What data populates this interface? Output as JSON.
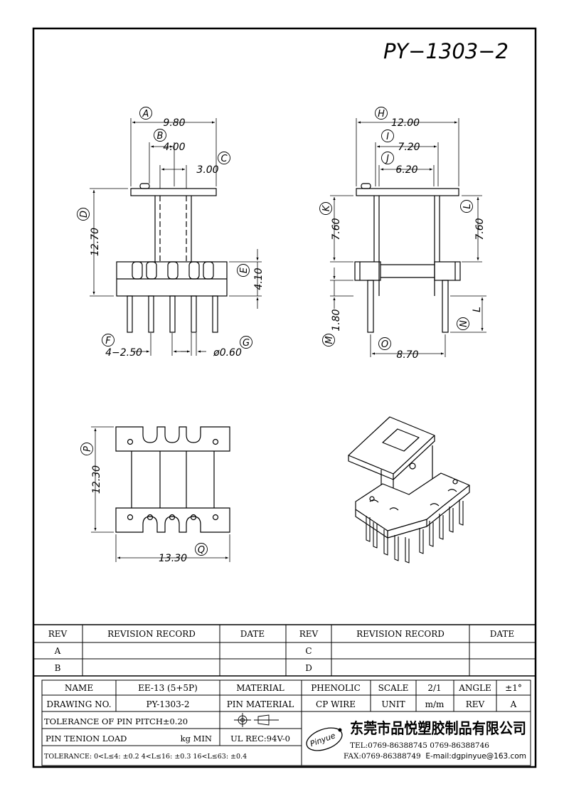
{
  "drawing_title": "PY−1303−2",
  "front_view": {
    "callouts": [
      "A",
      "B",
      "C",
      "D",
      "E",
      "F",
      "G"
    ],
    "dims": {
      "A": "9.80",
      "B": "4.00",
      "C": "3.00",
      "D": "12.70",
      "E": "4.10",
      "F": "4−2.50",
      "G": "ø0.60"
    }
  },
  "side_view": {
    "callouts": [
      "H",
      "I",
      "J",
      "K",
      "L",
      "M",
      "N",
      "O"
    ],
    "dims": {
      "H": "12.00",
      "I": "7.20",
      "J": "6.20",
      "K": "7.60",
      "L": "7.60",
      "M": "1.80",
      "N": "L",
      "O": "8.70"
    }
  },
  "top_view": {
    "callouts": [
      "P",
      "Q"
    ],
    "dims": {
      "P": "12.30",
      "Q": "13.30"
    }
  },
  "revision_table": {
    "headers": [
      "REV",
      "REVISION RECORD",
      "DATE",
      "REV",
      "REVISION RECORD",
      "DATE"
    ],
    "rows": [
      [
        "A",
        "",
        "",
        "C",
        "",
        ""
      ],
      [
        "B",
        "",
        "",
        "D",
        "",
        ""
      ]
    ]
  },
  "title_block": {
    "name_label": "NAME",
    "name_value": "EE-13 (5+5P)",
    "material_label": "MATERIAL",
    "material_value": "PHENOLIC",
    "scale_label": "SCALE",
    "scale_value": "2/1",
    "angle_label": "ANGLE",
    "angle_value": "±1°",
    "drawing_no_label": "DRAWING NO.",
    "drawing_no_value": "PY-1303-2",
    "pin_material_label": "PIN MATERIAL",
    "pin_material_value": "CP WIRE",
    "unit_label": "UNIT",
    "unit_value": "m/m",
    "rev_label": "REV",
    "rev_value": "A",
    "tol_pitch": "TOLERANCE OF PIN PITCH±0.20",
    "pin_load": "PIN TENION LOAD",
    "pin_load_unit": "kg MIN",
    "ul_rec": "UL REC:94V-0",
    "tolerance": "TOLERANCE: 0<L≤4: ±0.2   4<L≤16: ±0.3   16<L≤63: ±0.4",
    "logo_text": "Pinyue",
    "company": "东莞市品悦塑胶制品有限公司",
    "tel": "TEL:0769-86388745    0769-86388746",
    "fax": "FAX:0769-86388749",
    "email": "E-mail:dgpinyue@163.com"
  }
}
